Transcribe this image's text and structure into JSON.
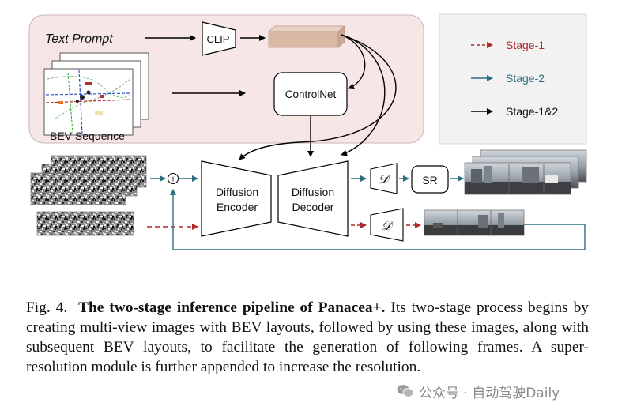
{
  "figure": {
    "text_prompt": "Text Prompt",
    "clip": "CLIP",
    "controlnet": "ControlNet",
    "bev_sequence": "BEV Sequence",
    "diffusion_encoder": [
      "Diffusion",
      "Encoder"
    ],
    "diffusion_decoder": [
      "Diffusion",
      "Decoder"
    ],
    "decoder_symbol": "𝒟",
    "sr": "SR",
    "plus": "+",
    "legend": {
      "items": [
        {
          "label": "Stage-1",
          "color": "#b02a2a",
          "style": "dashed"
        },
        {
          "label": "Stage-2",
          "color": "#2a6f80",
          "style": "solid"
        },
        {
          "label": "Stage-1&2",
          "color": "#000000",
          "style": "solid"
        }
      ]
    },
    "colors": {
      "prompt_bg": "#f6e6e5",
      "stage1": "#b02a2a",
      "stage2": "#2a6f80",
      "embedding": "#d9b9a6"
    }
  },
  "caption": {
    "prefix": "Fig. 4.",
    "title": "The two-stage inference pipeline of Panacea+.",
    "body": "Its two-stage process begins by creating multi-view images with BEV layouts, followed by using these images, along with subsequent BEV layouts, to facilitate the generation of following frames. A super-resolution module is further appended to increase the resolution."
  },
  "watermark": {
    "text": "公众号 · 自动驾驶Daily"
  }
}
